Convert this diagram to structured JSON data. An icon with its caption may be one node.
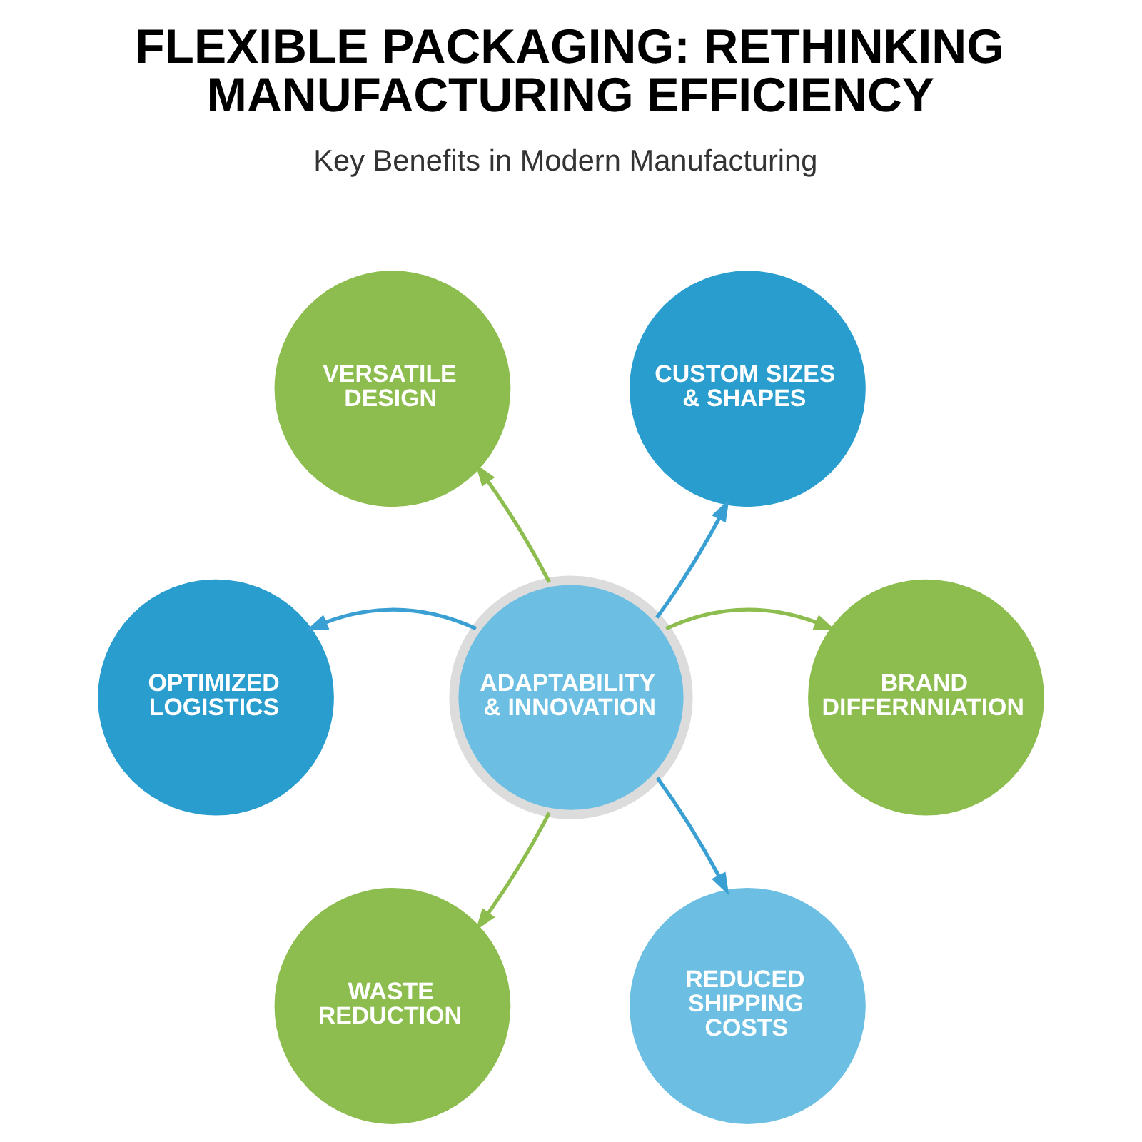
{
  "diagram": {
    "title": "FLEXIBLE PACKAGING: RETHINKING MANUFACTURING EFFICIENCY",
    "nodes": [
      {
        "text": [
          "VERSATILE DESIGN"
        ]
      },
      {
        "text": [
          "CUSTOM SIZES & SHAPES"
        ]
      },
      {
        "text": [
          "OPTIMIZED LOGISTICS"
        ]
      },
      {
        "text": [
          "ADAPTABILITY & INNOVATION"
        ]
      },
      {
        "text": [
          "BRAND DIFFERNNIATION"
        ]
      },
      {
        "text": [
          "WASTE REDUCTION"
        ]
      },
      {
        "text": [
          "REDUCED SHIPPING COSTS"
        ]
      }
    ],
    "edges": [
      {
        "from": 3,
        "to": 0,
        "arrow": "to",
        "color": "#8cbd4e"
      },
      {
        "from": 3,
        "to": 1,
        "arrow": "to",
        "color": "#3a9fd3"
      },
      {
        "from": 3,
        "to": 2,
        "arrow": "to",
        "color": "#3a9fd3"
      },
      {
        "from": 3,
        "to": 4,
        "arrow": "to",
        "color": "#8cbd4e"
      },
      {
        "from": 3,
        "to": 5,
        "arrow": "to",
        "color": "#8cbd4e"
      },
      {
        "from": 3,
        "to": 6,
        "arrow": "to",
        "color": "#3a9fd3"
      }
    ],
    "labels": [
      "Key Benefits in Modern Manufacturing"
    ]
  }
}
